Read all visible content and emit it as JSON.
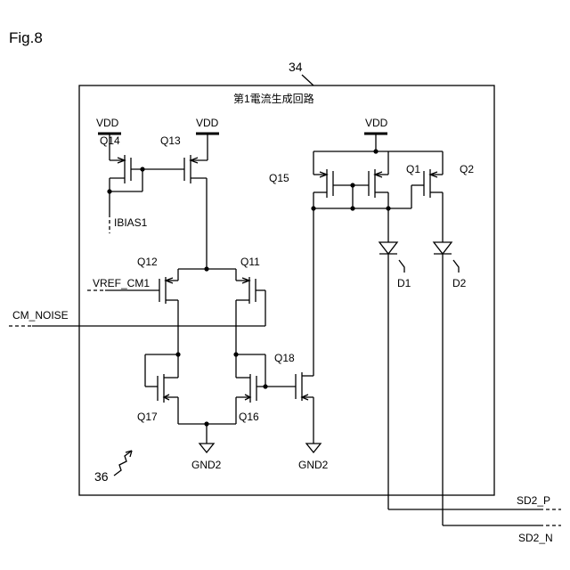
{
  "figure_label": "Fig.8",
  "block": {
    "ref": "34",
    "title": "第1電流生成回路",
    "ref2": "36"
  },
  "supplies": {
    "vdd": "VDD",
    "gnd": "GND2"
  },
  "transistors": {
    "q1": "Q1",
    "q2": "Q2",
    "q11": "Q11",
    "q12": "Q12",
    "q13": "Q13",
    "q14": "Q14",
    "q15": "Q15",
    "q16": "Q16",
    "q17": "Q17",
    "q18": "Q18"
  },
  "diodes": {
    "d1": "D1",
    "d2": "D2"
  },
  "signals": {
    "ibias": "IBIAS1",
    "vref": "VREF_CM1",
    "cm_noise": "CM_NOISE",
    "sd2p": "SD2_P",
    "sd2n": "SD2_N"
  }
}
